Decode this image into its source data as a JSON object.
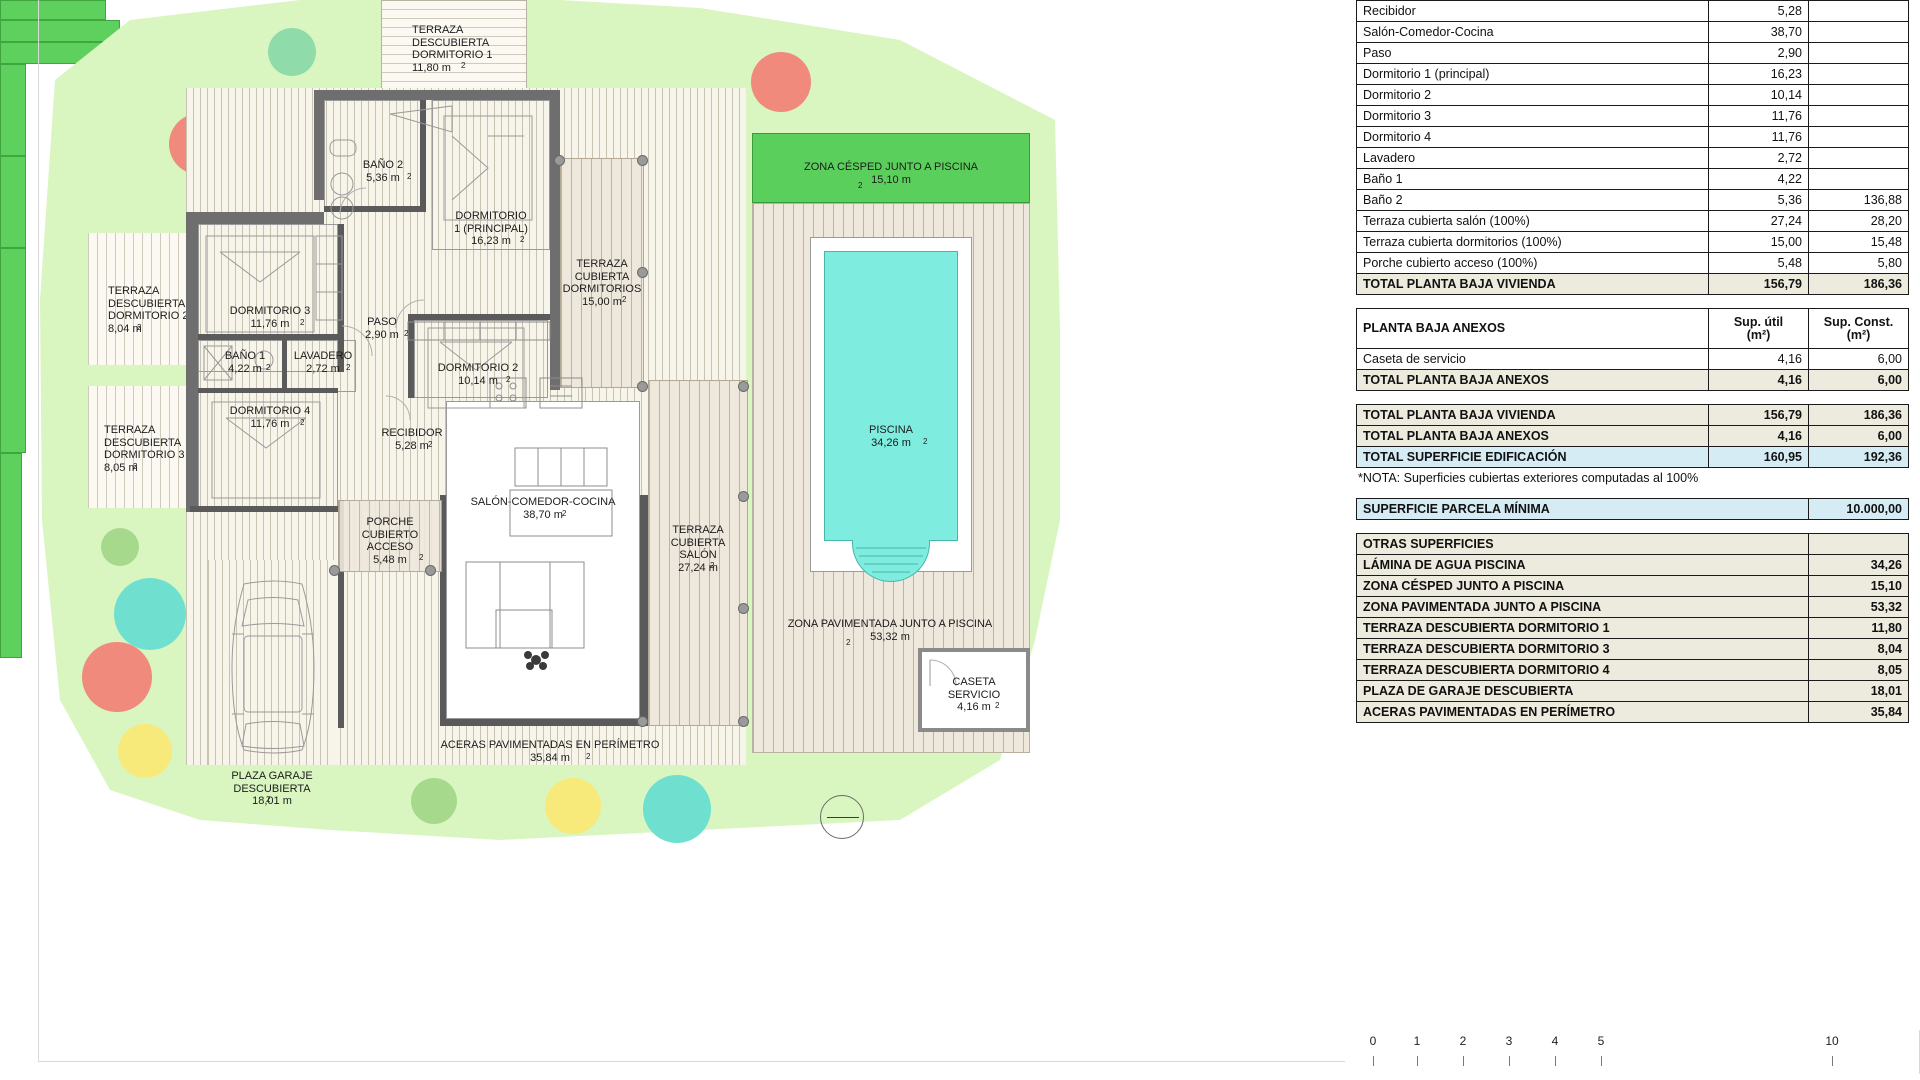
{
  "plan": {
    "rooms": [
      {
        "name": "TERRAZA DESCUBIERTA DORMITORIO 1",
        "area": "11,80 m"
      },
      {
        "name": "BAÑO 2",
        "area": "5,36 m"
      },
      {
        "name": "DORMITORIO 1 (PRINCIPAL)",
        "area": "16,23 m"
      },
      {
        "name": "TERRAZA CUBIERTA DORMITORIOS",
        "area": "15,00 m"
      },
      {
        "name": "ZONA CÉSPED JUNTO A PISCINA",
        "area": "15,10 m"
      },
      {
        "name": "TERRAZA DESCUBIERTA DORMITORIO 2",
        "area": "8,04 m"
      },
      {
        "name": "DORMITORIO 3",
        "area": "11,76 m"
      },
      {
        "name": "PASO",
        "area": "2,90 m"
      },
      {
        "name": "BAÑO 1",
        "area": "4,22 m"
      },
      {
        "name": "LAVADERO",
        "area": "2,72 m"
      },
      {
        "name": "DORMITORIO 2",
        "area": "10,14 m"
      },
      {
        "name": "TERRAZA DESCUBIERTA DORMITORIO 3",
        "area": "8,05 m"
      },
      {
        "name": "DORMITORIO 4",
        "area": "11,76 m"
      },
      {
        "name": "RECIBIDOR",
        "area": "5,28 m"
      },
      {
        "name": "PISCINA",
        "area": "34,26 m"
      },
      {
        "name": "SALÓN-COMEDOR-COCINA",
        "area": "38,70 m"
      },
      {
        "name": "PORCHE CUBIERTO ACCESO",
        "area": "5,48 m"
      },
      {
        "name": "TERRAZA CUBIERTA SALÓN",
        "area": "27,24 m"
      },
      {
        "name": "ZONA PAVIMENTADA JUNTO A PISCINA",
        "area": "53,32 m"
      },
      {
        "name": "CASETA SERVICIO",
        "area": "4,16 m"
      },
      {
        "name": "ACERAS PAVIMENTADAS EN PERÍMETRO",
        "area": "35,84 m"
      },
      {
        "name": "PLAZA GARAJE DESCUBIERTA",
        "area": "18,01 m"
      }
    ],
    "labels": {
      "terraza_desc_d1": "TERRAZA\nDESCUBIERTA\nDORMITORIO 1\n11,80 m",
      "bano2": "BAÑO 2\n5,36 m",
      "dorm1": "DORMITORIO\n1 (PRINCIPAL)\n16,23 m",
      "terraza_cub_dorm": "TERRAZA\nCUBIERTA\nDORMITORIOS\n15,00 m",
      "zona_cesped": "ZONA CÉSPED JUNTO A PISCINA\n15,10 m",
      "terraza_desc_d2": "TERRAZA\nDESCUBIERTA\nDORMITORIO 2\n8,04 m",
      "dorm3": "DORMITORIO 3\n11,76 m",
      "paso": "PASO\n2,90 m",
      "bano1": "BAÑO 1\n4,22 m",
      "lavadero": "LAVADERO\n2,72 m",
      "dorm2": "DORMITORIO 2\n10,14 m",
      "terraza_desc_d3": "TERRAZA\nDESCUBIERTA\nDORMITORIO 3\n8,05 m",
      "dorm4": "DORMITORIO 4\n11,76 m",
      "recibidor": "RECIBIDOR\n5,28 m",
      "piscina": "PISCINA\n34,26 m",
      "salon": "SALÓN-COMEDOR-COCINA\n38,70 m",
      "porche": "PORCHE\nCUBIERTO\nACCESO\n5,48 m",
      "terraza_cub_salon": "TERRAZA\nCUBIERTA\nSALÓN\n27,24 m",
      "zona_pav": "ZONA PAVIMENTADA JUNTO A PISCINA\n53,32 m",
      "caseta": "CASETA\nSERVICIO\n4,16 m",
      "aceras": "ACERAS PAVIMENTADAS EN PERÍMETRO\n35,84 m",
      "garaje": "PLAZA GARAJE\nDESCUBIERTA\n18,01 m"
    },
    "sup": "2"
  },
  "scale": {
    "ticks": [
      "0",
      "1",
      "2",
      "3",
      "4",
      "5",
      "10"
    ]
  },
  "tables": {
    "vivienda": {
      "rows": [
        {
          "name": "Recibidor",
          "util": "5,28",
          "const": ""
        },
        {
          "name": "Salón-Comedor-Cocina",
          "util": "38,70",
          "const": ""
        },
        {
          "name": "Paso",
          "util": "2,90",
          "const": ""
        },
        {
          "name": "Dormitorio 1 (principal)",
          "util": "16,23",
          "const": ""
        },
        {
          "name": "Dormitorio 2",
          "util": "10,14",
          "const": ""
        },
        {
          "name": "Dormitorio 3",
          "util": "11,76",
          "const": ""
        },
        {
          "name": "Dormitorio 4",
          "util": "11,76",
          "const": ""
        },
        {
          "name": "Lavadero",
          "util": "2,72",
          "const": ""
        },
        {
          "name": "Baño 1",
          "util": "4,22",
          "const": ""
        },
        {
          "name": "Baño 2",
          "util": "5,36",
          "const": "136,88"
        },
        {
          "name": "Terraza cubierta salón (100%)",
          "util": "27,24",
          "const": "28,20"
        },
        {
          "name": "Terraza cubierta dormitorios (100%)",
          "util": "15,00",
          "const": "15,48"
        },
        {
          "name": "Porche cubierto acceso (100%)",
          "util": "5,48",
          "const": "5,80"
        }
      ],
      "total": {
        "name": "TOTAL PLANTA BAJA VIVIENDA",
        "util": "156,79",
        "const": "186,36"
      }
    },
    "anexos": {
      "header": {
        "name": "PLANTA BAJA ANEXOS",
        "util": "Sup. útil\n(m²)",
        "const": "Sup. Const.\n(m²)"
      },
      "rows": [
        {
          "name": "Caseta de servicio",
          "util": "4,16",
          "const": "6,00"
        }
      ],
      "total": {
        "name": "TOTAL PLANTA BAJA ANEXOS",
        "util": "4,16",
        "const": "6,00"
      }
    },
    "resumen": {
      "rows": [
        {
          "name": "TOTAL PLANTA BAJA VIVIENDA",
          "util": "156,79",
          "const": "186,36"
        },
        {
          "name": "TOTAL PLANTA BAJA ANEXOS",
          "util": "4,16",
          "const": "6,00"
        }
      ],
      "highlight": {
        "name": "TOTAL SUPERFICIE EDIFICACIÓN",
        "util": "160,95",
        "const": "192,36"
      },
      "note": "*NOTA: Superficies cubiertas exteriores computadas al 100%"
    },
    "parcela": {
      "name": "SUPERFICIE PARCELA MÍNIMA",
      "value": "10.000,00"
    },
    "otras": {
      "header": "OTRAS SUPERFICIES",
      "rows": [
        {
          "name": "LÁMINA DE AGUA PISCINA",
          "value": "34,26"
        },
        {
          "name": "ZONA CÉSPED JUNTO A PISCINA",
          "value": "15,10"
        },
        {
          "name": "ZONA PAVIMENTADA JUNTO A PISCINA",
          "value": "53,32"
        },
        {
          "name": "TERRAZA DESCUBIERTA DORMITORIO 1",
          "value": "11,80"
        },
        {
          "name": "TERRAZA DESCUBIERTA DORMITORIO 3",
          "value": "8,04"
        },
        {
          "name": "TERRAZA DESCUBIERTA DORMITORIO 4",
          "value": "8,05"
        },
        {
          "name": "PLAZA DE GARAJE DESCUBIERTA",
          "value": "18,01"
        },
        {
          "name": "ACERAS PAVIMENTADAS EN PERÍMETRO",
          "value": "35,84"
        }
      ]
    }
  },
  "colors": {
    "lawn": "#d9f5c0",
    "grass_strip": "#5ed05e",
    "pool_water": "#7eecdf",
    "table_head": "#edeade",
    "table_highlight": "#d5ecf5",
    "wall": "#6e6e6e"
  }
}
